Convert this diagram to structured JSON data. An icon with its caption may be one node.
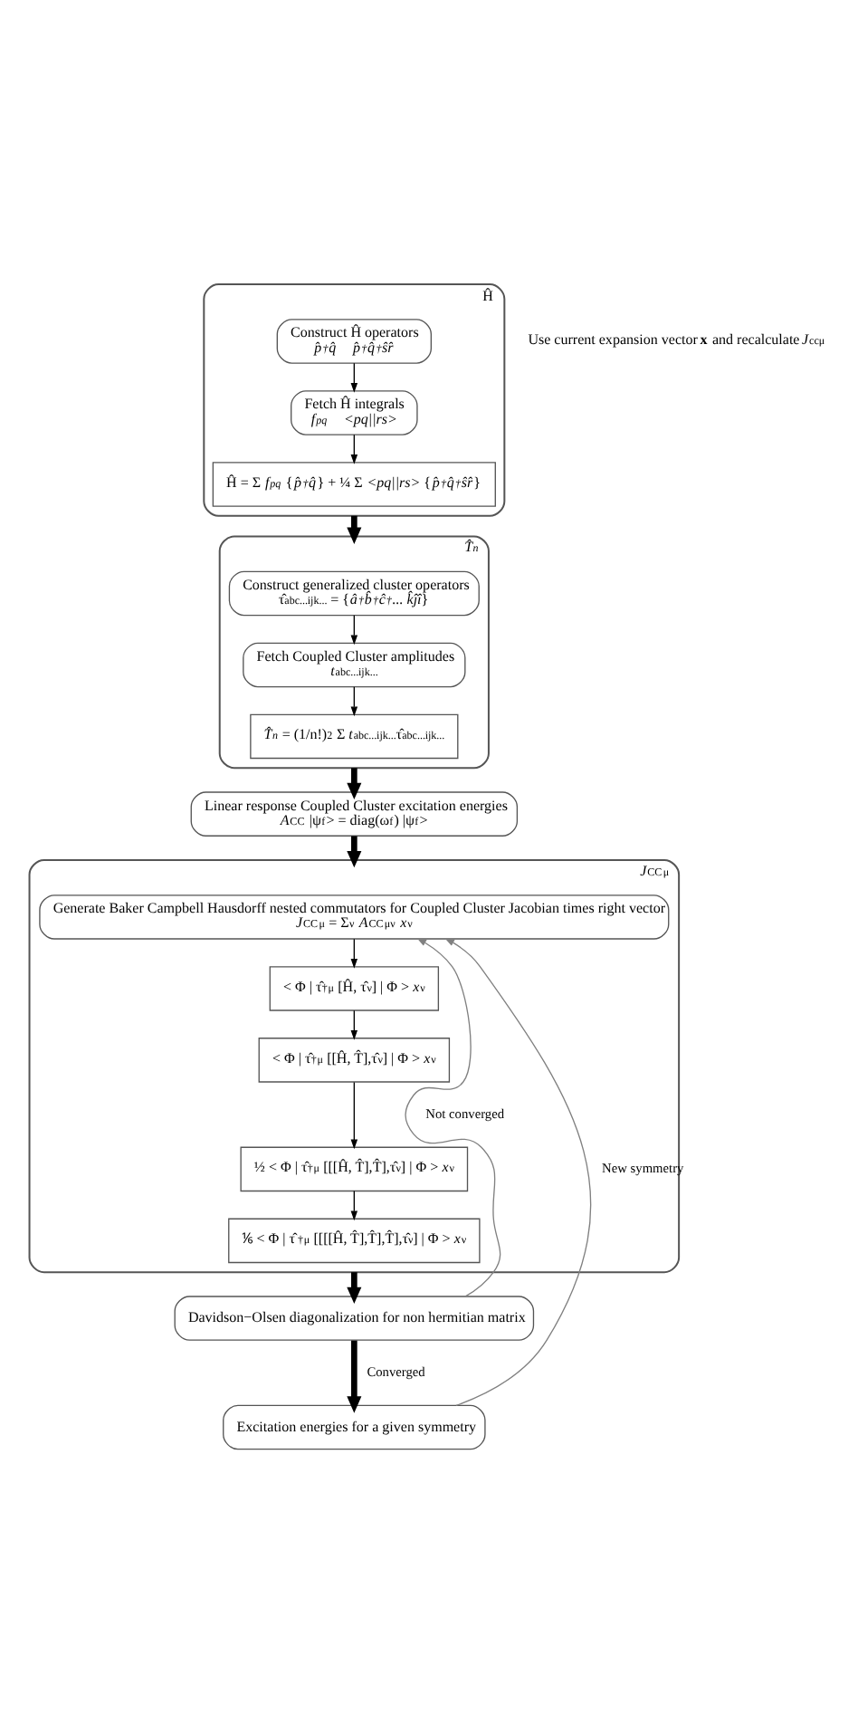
{
  "diagram": {
    "nodes": [
      {
        "text": [
          "Ĥ"
        ]
      },
      {
        "text": [
          "Construct Ĥ operators",
          "*p̂$^{†}$q̂*    *p̂$^{†}$q̂$^{†}$ŝr̂*"
        ],
        "in": 0
      },
      {
        "text": [
          "Fetch Ĥ integrals",
          "*f$_{pq}$*    *<pq||rs>*"
        ],
        "in": 0
      },
      {
        "text": [
          "Ĥ = Σ *f$_{pq}$* {*p̂$^{†}$q̂*} + ¼ Σ *<pq||rs>* {*p̂$^{†}$q̂$^{†}$ŝr̂*}"
        ],
        "in": 0
      },
      {
        "text": [
          "*T̂$_{n}$*"
        ]
      },
      {
        "text": [
          "Construct generalized cluster operators",
          "τ̂$^{abc...}$$_{ijk...}$ = {*â$^{†}$b̂$^{†}$ĉ$^{†}$... k̂ĵî*}"
        ],
        "in": 4
      },
      {
        "text": [
          "Fetch Coupled Cluster amplitudes",
          "*t*$^{abc...}$$_{ijk...}$"
        ],
        "in": 4
      },
      {
        "text": [
          "*T̂$_{n}$* = (1/n!)$^{2}$ Σ *t*$^{abc...}$$_{ijk...}$τ̂$^{abc...}$$_{ijk...}$"
        ],
        "in": 4
      },
      {
        "text": [
          "Linear response Coupled Cluster excitation energies",
          "*A*$^{CC}$ |ψ$_{f}$> = diag(ω$_{f}$) |ψ$_{f}$>"
        ]
      },
      {
        "text": [
          "*J*$^{CC}$$_{μ}$"
        ]
      },
      {
        "text": [
          "Generate Baker Campbell Hausdorff nested commutators for Coupled Cluster Jacobian times right vector",
          "*J*$^{CC}$$_{μ}$ = Σ$_{ν}$ *A*$^{CC}$$_{μν}$ *x*$_{ν}$"
        ],
        "in": 9
      },
      {
        "text": [
          "< Φ | τ̂$^{†}$$_{μ}$ [Ĥ, τ̂$_{ν}$] | Φ > *x*$_{ν}$"
        ],
        "in": 9
      },
      {
        "text": [
          "< Φ | τ̂$^{†}$$_{μ}$ [[Ĥ, T̂],τ̂$_{ν}$] | Φ > *x*$_{ν}$"
        ],
        "in": 9
      },
      {
        "text": [
          "½ < Φ | τ̂$^{†}$$_{μ}$ [[[Ĥ, T̂],T̂],τ̂$_{ν}$] | Φ > *x*$_{ν}$"
        ],
        "in": 9
      },
      {
        "text": [
          "⅙ < Φ | τ̂$^{†}$$_{μ}$ [[[[Ĥ, T̂],T̂],T̂],τ̂$_{ν}$] | Φ > *x*$_{ν}$"
        ],
        "in": 9
      },
      {
        "text": [
          "Davidson−Olsen diagonalization for non hermitian matrix"
        ]
      },
      {
        "text": [
          "Excitation energies for a given symmetry"
        ]
      }
    ],
    "edges": [
      {
        "from": 1,
        "to": 2,
        "arrow": "to"
      },
      {
        "from": 2,
        "to": 3,
        "arrow": "to"
      },
      {
        "from": 0,
        "to": 4,
        "arrow": "to",
        "style": "thick"
      },
      {
        "from": 5,
        "to": 6,
        "arrow": "to"
      },
      {
        "from": 6,
        "to": 7,
        "arrow": "to"
      },
      {
        "from": 4,
        "to": 8,
        "arrow": "to",
        "style": "thick"
      },
      {
        "from": 8,
        "to": 9,
        "arrow": "to",
        "style": "thick"
      },
      {
        "from": 10,
        "to": 11,
        "arrow": "to"
      },
      {
        "from": 11,
        "to": 12,
        "arrow": "to"
      },
      {
        "from": 12,
        "to": 13,
        "arrow": "to"
      },
      {
        "from": 13,
        "to": 14,
        "arrow": "to"
      },
      {
        "from": 9,
        "to": 15,
        "arrow": "to",
        "style": "thick"
      },
      {
        "from": 15,
        "to": 16,
        "arrow": "to",
        "style": "thick",
        "label": "Converged"
      },
      {
        "from": 15,
        "to": 10,
        "arrow": "to",
        "label": "Not converged",
        "color": "#808080"
      },
      {
        "from": 16,
        "to": 10,
        "arrow": "to",
        "label": "New symmetry",
        "color": "#808080"
      }
    ],
    "labels": [
      "Use current expansion vector **x** and recalculate *J*$^{cc}$$_{μ}$"
    ]
  }
}
